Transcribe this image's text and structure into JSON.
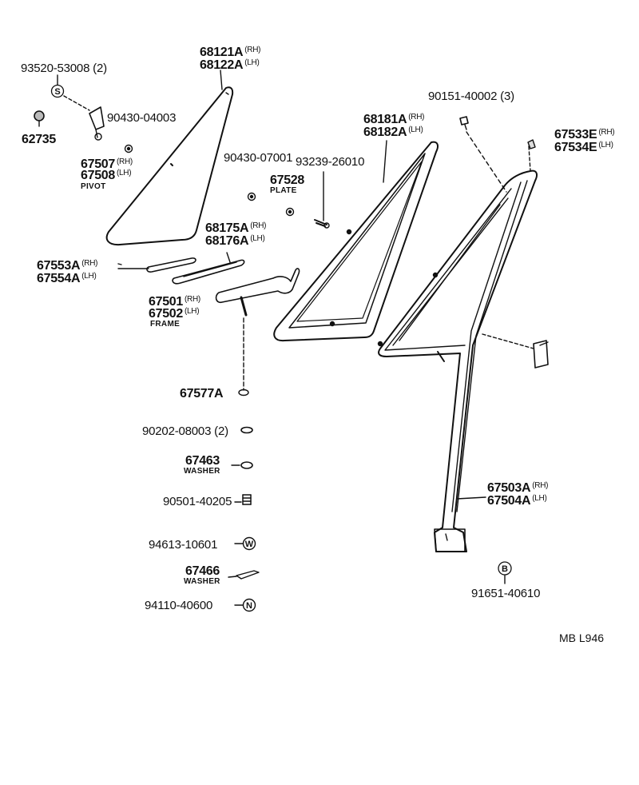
{
  "labels": {
    "p93520": "93520-53008 (2)",
    "p62735": "62735",
    "p67507": "67507",
    "p67508": "67508",
    "pivot": "PIVOT",
    "p90430a": "90430-04003",
    "p68121": "68121A",
    "p68122": "68122A",
    "p90430b": "90430-07001",
    "p67528": "67528",
    "plate": "PLATE",
    "p93239": "93239-26010",
    "p68175": "68175A",
    "p68176": "68176A",
    "p67553": "67553A",
    "p67554": "67554A",
    "p67501": "67501",
    "p67502": "67502",
    "frame": "FRAME",
    "p68181": "68181A",
    "p68182": "68182A",
    "p90151": "90151-40002 (3)",
    "p67533": "67533E",
    "p67534": "67534E",
    "p67577": "67577A",
    "p90202": "90202-08003 (2)",
    "p67463": "67463",
    "washer1": "WASHER",
    "p90501": "90501-40205",
    "p94613": "94613-10601",
    "p67466": "67466",
    "washer2": "WASHER",
    "p94110": "94110-40600",
    "p67503": "67503A",
    "p67504": "67504A",
    "p91651": "91651-40610",
    "ref": "MB  L946",
    "rh": "(RH)",
    "lh": "(LH)"
  },
  "symbols": {
    "s": "S",
    "w": "W",
    "n": "N",
    "b": "B"
  }
}
